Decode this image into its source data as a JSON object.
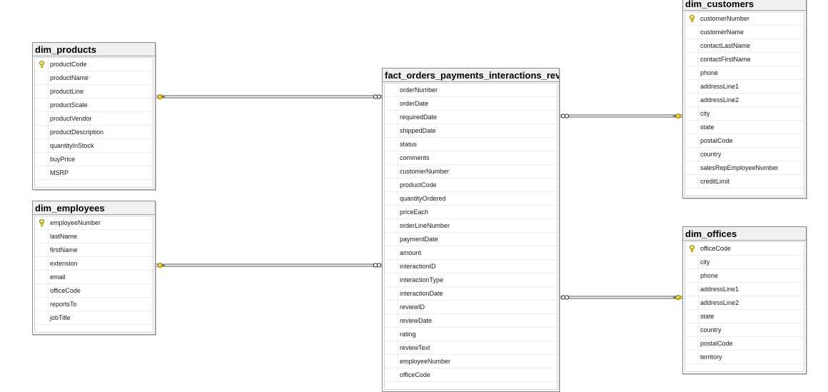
{
  "tables": {
    "products": {
      "title": "dim_products",
      "columns": [
        "productCode",
        "productName",
        "productLine",
        "productScale",
        "productVendor",
        "productDescription",
        "quantityInStock",
        "buyPrice",
        "MSRP"
      ]
    },
    "employees": {
      "title": "dim_employees",
      "columns": [
        "employeeNumber",
        "lastName",
        "firstName",
        "extension",
        "email",
        "officeCode",
        "reportsTo",
        "jobTitle"
      ]
    },
    "fact": {
      "title": "fact_orders_payments_interactions_revie",
      "columns": [
        "orderNumber",
        "orderDate",
        "requiredDate",
        "shippedDate",
        "status",
        "comments",
        "customerNumber",
        "productCode",
        "quantityOrdered",
        "priceEach",
        "orderLineNumber",
        "paymentDate",
        "amount",
        "interactionID",
        "interactionType",
        "interactionDate",
        "reviewID",
        "reviewDate",
        "rating",
        "reviewText",
        "employeeNumber",
        "officeCode"
      ]
    },
    "customers": {
      "title": "dim_customers",
      "columns": [
        "customerNumber",
        "customerName",
        "contactLastName",
        "contactFirstName",
        "phone",
        "addressLine1",
        "addressLine2",
        "city",
        "state",
        "postalCode",
        "country",
        "salesRepEmployeeNumber",
        "creditLimit"
      ]
    },
    "offices": {
      "title": "dim_offices",
      "columns": [
        "officeCode",
        "city",
        "phone",
        "addressLine1",
        "addressLine2",
        "state",
        "country",
        "postalCode",
        "territory"
      ]
    }
  },
  "colors": {
    "key_fill": "#e8d23a",
    "key_stroke": "#8a7a00",
    "line": "#505050"
  }
}
